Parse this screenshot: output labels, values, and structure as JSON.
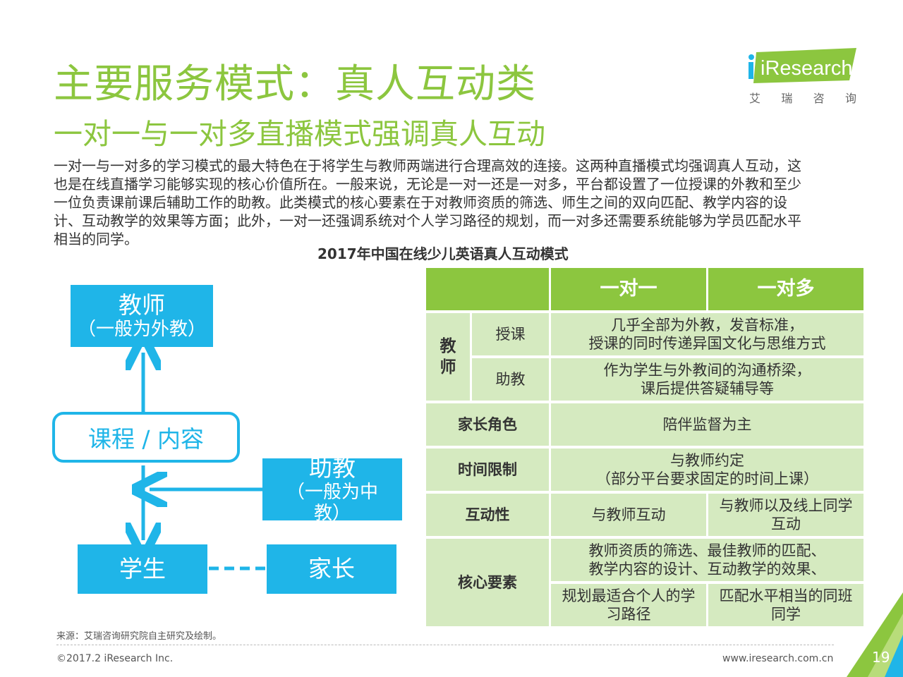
{
  "title": "主要服务模式：真人互动类",
  "subtitle": "一对一与一对多直播模式强调真人互动",
  "logo": {
    "brand": "iResearch",
    "sub_chars": [
      "艾",
      "瑞",
      "咨",
      "询"
    ]
  },
  "paragraph": [
    "一对一与一对多的学习模式的最大特色在于将学生与教师两端进行合理高效的连接。这两种直播模式均强调真人互动，这",
    "也是在线直播学习能够实现的核心价值所在。一般来说，无论是一对一还是一对多，平台都设置了一位授课的外教和至少",
    "一位负责课前课后辅助工作的助教。此类模式的核心要素在于对教师资质的筛选、师生之间的双向匹配、教学内容的设",
    "计、互动教学的效果等方面；此外，一对一还强调系统对个人学习路径的规划，而一对多还需要系统能够为学员匹配水平",
    "相当的同学。"
  ],
  "chart_title": "2017年中国在线少儿英语真人互动模式",
  "diagram": {
    "teacher": "教师",
    "teacher_note": "（一般为外教）",
    "course": "课程 / 内容",
    "assistant": "助教",
    "assistant_note_1": "（一般为中",
    "assistant_note_2": "教）",
    "student": "学生",
    "parent": "家长"
  },
  "table": {
    "headers": [
      "",
      "一对一",
      "一对多"
    ],
    "teacher_group": [
      "教",
      "师"
    ],
    "rows": {
      "teaching": {
        "label": "授课",
        "line1": "几乎全部为外教，发音标准，",
        "line2": "授课的同时传递异国文化与思维方式"
      },
      "assistant": {
        "label": "助教",
        "line1": "作为学生与外教间的沟通桥梁，",
        "line2": "课后提供答疑辅导等"
      },
      "parent_role": {
        "label": "家长角色",
        "value": "陪伴监督为主"
      },
      "time_limit": {
        "label": "时间限制",
        "line1": "与教师约定",
        "line2": "（部分平台要求固定的时间上课）"
      },
      "interaction": {
        "label": "互动性",
        "one_to_one": "与教师互动",
        "one_to_many_1": "与教师以及线上同学",
        "one_to_many_2": "互动"
      },
      "core": {
        "label": "核心要素",
        "shared_1": "教师资质的筛选、最佳教师的匹配、",
        "shared_2": "教学内容的设计、互动教学的效果、",
        "one_to_one_1": "规划最适合个人的学",
        "one_to_one_2": "习路径",
        "one_to_many_1": "匹配水平相当的同班",
        "one_to_many_2": "同学"
      }
    }
  },
  "footer": {
    "source": "来源：艾瑞咨询研究院自主研究及绘制。",
    "copyright": "©2017.2 iResearch Inc.",
    "website": "www.iresearch.com.cn",
    "page_number": "19"
  },
  "colors": {
    "accent_green": "#8cc63f",
    "light_green": "#d5eac0",
    "diagram_blue": "#1fb5e8"
  }
}
